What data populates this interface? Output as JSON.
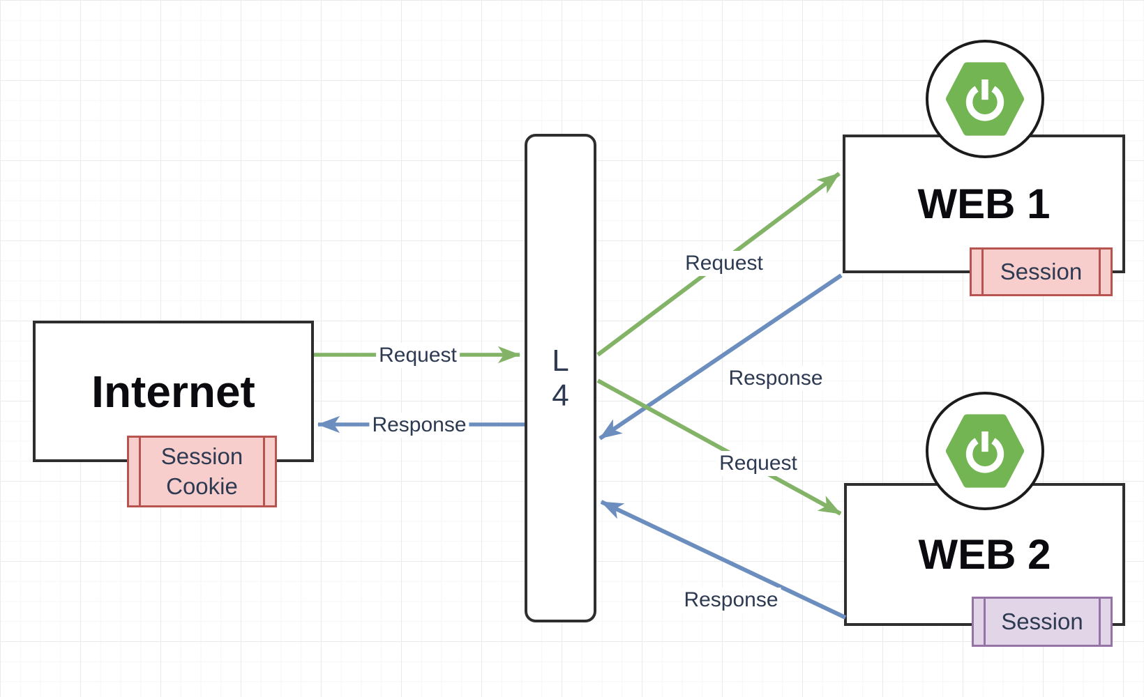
{
  "nodes": {
    "internet": {
      "label": "Internet"
    },
    "l4": {
      "line1": "L",
      "line2": "4"
    },
    "web1": {
      "label": "WEB 1"
    },
    "web2": {
      "label": "WEB 2"
    }
  },
  "badges": {
    "internet": {
      "line1": "Session",
      "line2": "Cookie"
    },
    "web1": {
      "label": "Session"
    },
    "web2": {
      "label": "Session"
    }
  },
  "edge_labels": {
    "internet_request": "Request",
    "internet_response": "Response",
    "web1_request": "Request",
    "web1_response": "Response",
    "web2_request": "Request",
    "web2_response": "Response"
  },
  "icons": {
    "web1_logo": "spring-boot-icon",
    "web2_logo": "spring-boot-icon"
  },
  "colors": {
    "request_arrow": "#82b366",
    "response_arrow": "#6c8ebf",
    "session_pink_fill": "#f8cecc",
    "session_pink_stroke": "#b85450",
    "session_purple_fill": "#e1d5e7",
    "session_purple_stroke": "#9673a6",
    "spring_green": "#73b553",
    "label_text": "#2d3a52"
  }
}
